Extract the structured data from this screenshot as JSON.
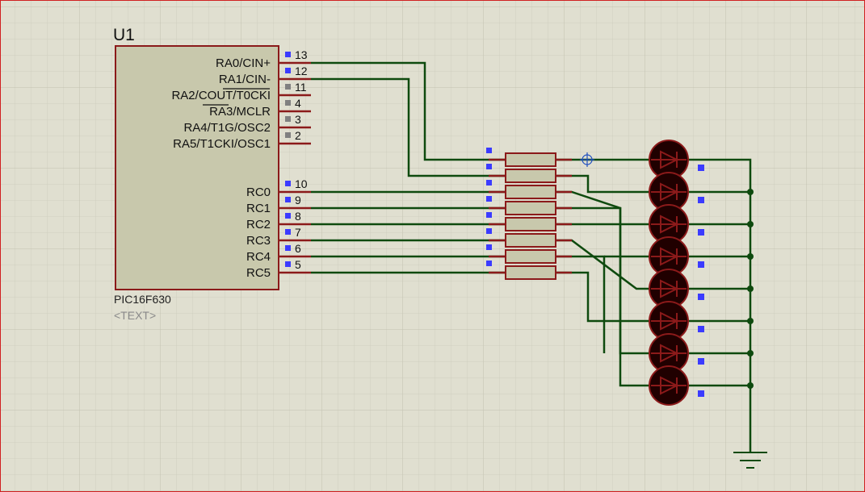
{
  "component": {
    "ref": "U1",
    "part": "PIC16F630",
    "text_placeholder": "<TEXT>",
    "pins": [
      {
        "label": "RA0/CIN+",
        "num": "13",
        "marker": "blue"
      },
      {
        "label": "RA1/CIN-",
        "num": "12",
        "marker": "blue"
      },
      {
        "label": "RA2/COUT/T0CKI",
        "num": "11",
        "marker": "gray"
      },
      {
        "label": "RA3/MCLR",
        "num": "4",
        "marker": "gray"
      },
      {
        "label": "RA4/T1G/OSC2",
        "num": "3",
        "marker": "gray"
      },
      {
        "label": "RA5/T1CKI/OSC1",
        "num": "2",
        "marker": "gray"
      },
      {
        "label": "RC0",
        "num": "10",
        "marker": "blue"
      },
      {
        "label": "RC1",
        "num": "9",
        "marker": "blue"
      },
      {
        "label": "RC2",
        "num": "8",
        "marker": "blue"
      },
      {
        "label": "RC3",
        "num": "7",
        "marker": "blue"
      },
      {
        "label": "RC4",
        "num": "6",
        "marker": "blue"
      },
      {
        "label": "RC5",
        "num": "5",
        "marker": "blue"
      }
    ]
  },
  "resistors": {
    "count": 8
  },
  "leds": {
    "count": 8
  },
  "colors": {
    "background": "#e0dfd0",
    "grid": "#c8c8b8",
    "wire": "#0e4a0e",
    "component_border": "#8b1a1a",
    "chip_fill": "#c8c8ac",
    "led_fill": "#200000",
    "pin_marker_blue": "#3b3bff",
    "pin_marker_gray": "#808080",
    "frame": "#d02020"
  }
}
